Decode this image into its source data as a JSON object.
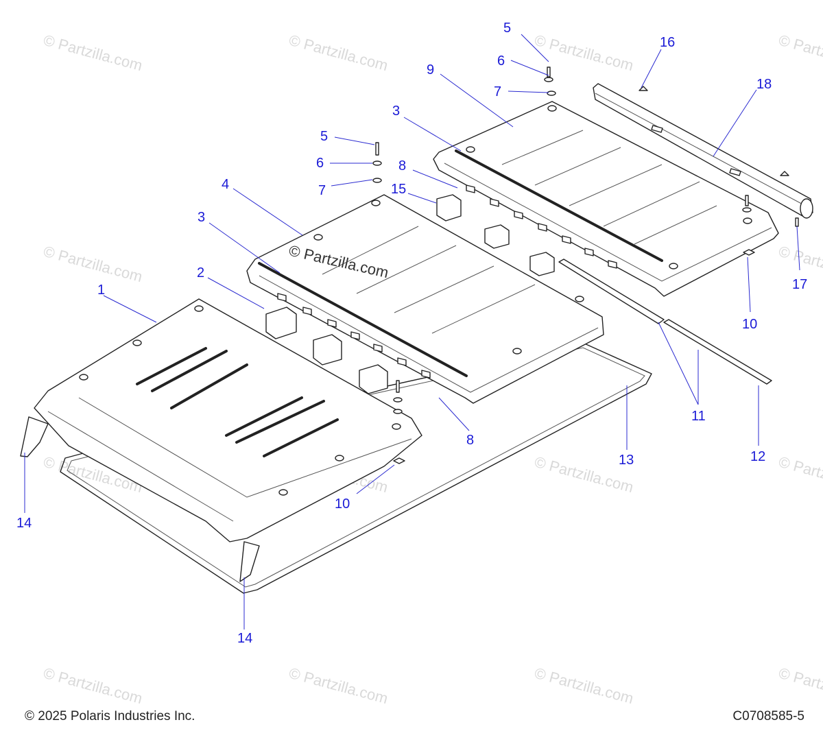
{
  "watermark": "© Partzilla.com",
  "center_watermark": "© Partzilla.com",
  "copyright": "© 2025 Polaris Industries Inc.",
  "diagram_code": "C0708585-5",
  "callouts": [
    "1",
    "2",
    "3",
    "3",
    "4",
    "5",
    "5",
    "6",
    "6",
    "7",
    "7",
    "8",
    "8",
    "9",
    "10",
    "10",
    "11",
    "12",
    "13",
    "14",
    "14",
    "15",
    "16",
    "17",
    "18"
  ],
  "colors": {
    "callout": "#1a1ad6",
    "line": "#222222",
    "watermark": "#d0d0d0"
  }
}
